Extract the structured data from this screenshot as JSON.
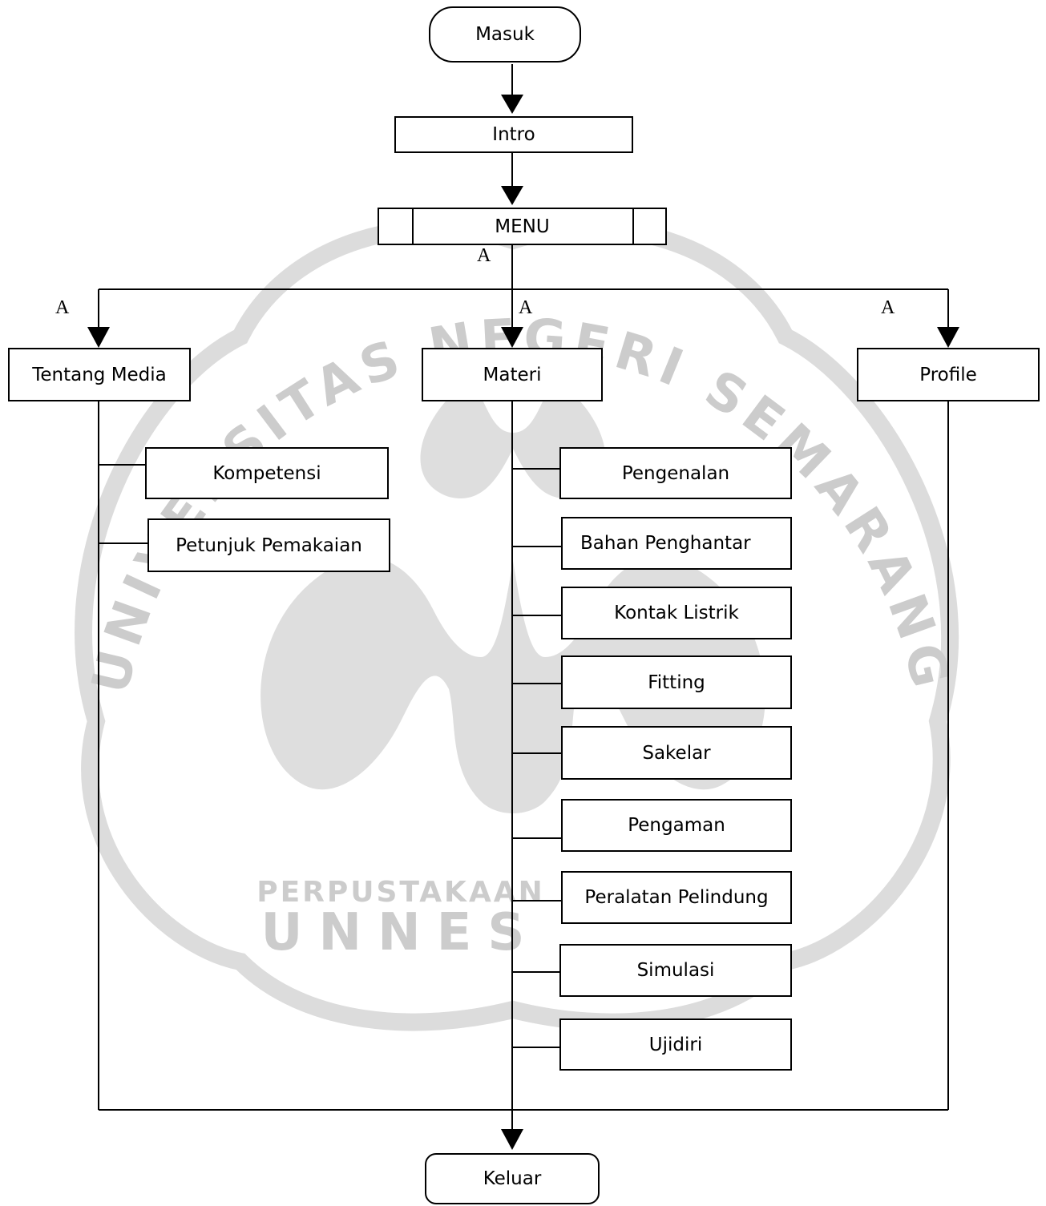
{
  "watermark": {
    "arc_text": "UNIVERSITAS NEGERI SEMARANG",
    "library_label": "PERPUSTAKAAN",
    "short_name": "UNNES"
  },
  "flowchart": {
    "start": "Masuk",
    "intro": "Intro",
    "menu": "MENU",
    "branches": [
      {
        "title": "Tentang Media",
        "children": [
          "Kompetensi",
          "Petunjuk Pemakaian"
        ]
      },
      {
        "title": "Materi",
        "children": [
          "Pengenalan",
          "Bahan Penghantar",
          "Kontak Listrik",
          "Fitting",
          "Sakelar",
          "Pengaman",
          "Peralatan Pelindung",
          "Simulasi",
          "Ujidiri"
        ]
      },
      {
        "title": "Profile",
        "children": []
      }
    ],
    "end": "Keluar",
    "connector_labels": [
      "A",
      "A",
      "A",
      "A"
    ]
  }
}
